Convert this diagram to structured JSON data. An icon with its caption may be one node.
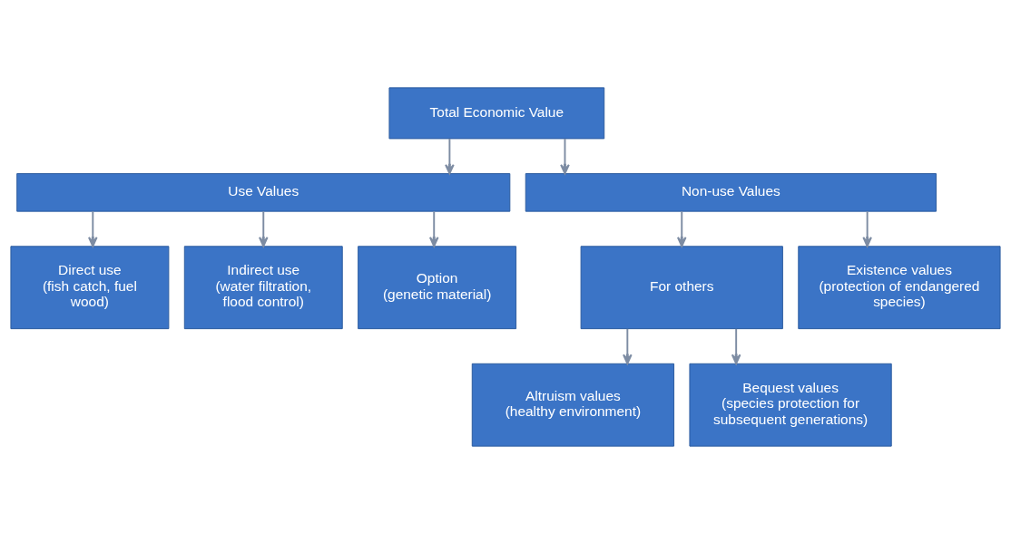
{
  "diagram": {
    "nodes": [
      {
        "text": [
          "Total Economic Value"
        ]
      },
      {
        "text": [
          "Use Values"
        ]
      },
      {
        "text": [
          "Non-use Values"
        ]
      },
      {
        "text": [
          "Direct use",
          "(fish catch, fuel wood)"
        ]
      },
      {
        "text": [
          "Indirect use",
          "(water filtration, flood control)"
        ]
      },
      {
        "text": [
          "Option",
          "(genetic material)"
        ]
      },
      {
        "text": [
          "For others"
        ]
      },
      {
        "text": [
          "Existence values",
          "(protection of endangered species)"
        ]
      },
      {
        "text": [
          "Altruism values",
          "(healthy environment)"
        ]
      },
      {
        "text": [
          "Bequest values",
          "(species protection for subsequent generations)"
        ]
      }
    ],
    "edges": [
      {
        "from": 0,
        "to": 1,
        "arrow": "to"
      },
      {
        "from": 0,
        "to": 2,
        "arrow": "to"
      },
      {
        "from": 1,
        "to": 3,
        "arrow": "to"
      },
      {
        "from": 1,
        "to": 4,
        "arrow": "to"
      },
      {
        "from": 1,
        "to": 5,
        "arrow": "to"
      },
      {
        "from": 2,
        "to": 6,
        "arrow": "to"
      },
      {
        "from": 2,
        "to": 7,
        "arrow": "to"
      },
      {
        "from": 6,
        "to": 8,
        "arrow": "to"
      },
      {
        "from": 6,
        "to": 9,
        "arrow": "to"
      }
    ]
  }
}
